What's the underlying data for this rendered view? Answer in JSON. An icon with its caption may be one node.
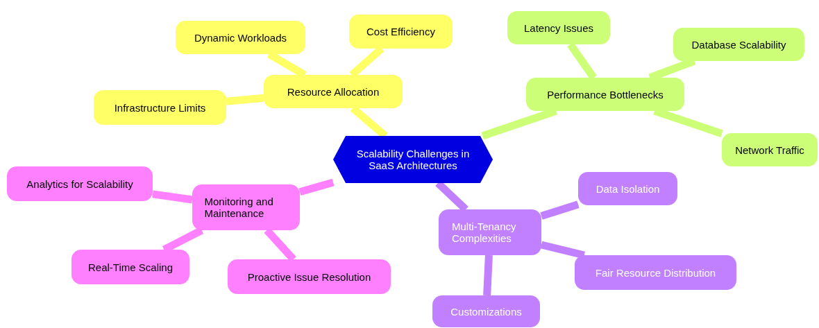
{
  "diagram": {
    "nodes": [
      {
        "text": [
          "Scalability Challenges in SaaS Architectures"
        ]
      },
      {
        "text": [
          "Resource Allocation"
        ]
      },
      {
        "text": [
          "Dynamic Workloads"
        ]
      },
      {
        "text": [
          "Cost Efficiency"
        ]
      },
      {
        "text": [
          "Infrastructure Limits"
        ]
      },
      {
        "text": [
          "Performance Bottlenecks"
        ]
      },
      {
        "text": [
          "Latency Issues"
        ]
      },
      {
        "text": [
          "Database Scalability"
        ]
      },
      {
        "text": [
          "Network Traffic"
        ]
      },
      {
        "text": [
          "Monitoring and Maintenance"
        ]
      },
      {
        "text": [
          "Analytics for Scalability"
        ]
      },
      {
        "text": [
          "Real-Time Scaling"
        ]
      },
      {
        "text": [
          "Proactive Issue Resolution"
        ]
      },
      {
        "text": [
          "Multi-Tenancy Complexities"
        ]
      },
      {
        "text": [
          "Data Isolation"
        ]
      },
      {
        "text": [
          "Fair Resource Distribution"
        ]
      },
      {
        "text": [
          "Customizations"
        ]
      }
    ],
    "edges": [
      {
        "from": 0,
        "to": 1,
        "arrow": "none",
        "color": "#ffff66"
      },
      {
        "from": 1,
        "to": 2,
        "arrow": "none",
        "color": "#ffff66"
      },
      {
        "from": 1,
        "to": 3,
        "arrow": "none",
        "color": "#ffff66"
      },
      {
        "from": 1,
        "to": 4,
        "arrow": "none",
        "color": "#ffff66"
      },
      {
        "from": 0,
        "to": 5,
        "arrow": "none",
        "color": "#ccff77"
      },
      {
        "from": 5,
        "to": 6,
        "arrow": "none",
        "color": "#ccff77"
      },
      {
        "from": 5,
        "to": 7,
        "arrow": "none",
        "color": "#ccff77"
      },
      {
        "from": 5,
        "to": 8,
        "arrow": "none",
        "color": "#ccff77"
      },
      {
        "from": 0,
        "to": 9,
        "arrow": "none",
        "color": "#ff80ff"
      },
      {
        "from": 9,
        "to": 10,
        "arrow": "none",
        "color": "#ff80ff"
      },
      {
        "from": 9,
        "to": 11,
        "arrow": "none",
        "color": "#ff80ff"
      },
      {
        "from": 9,
        "to": 12,
        "arrow": "none",
        "color": "#ff80ff"
      },
      {
        "from": 0,
        "to": 13,
        "arrow": "none",
        "color": "#c080ff"
      },
      {
        "from": 13,
        "to": 14,
        "arrow": "none",
        "color": "#c080ff"
      },
      {
        "from": 13,
        "to": 15,
        "arrow": "none",
        "color": "#c080ff"
      },
      {
        "from": 13,
        "to": 16,
        "arrow": "none",
        "color": "#c080ff"
      }
    ]
  }
}
